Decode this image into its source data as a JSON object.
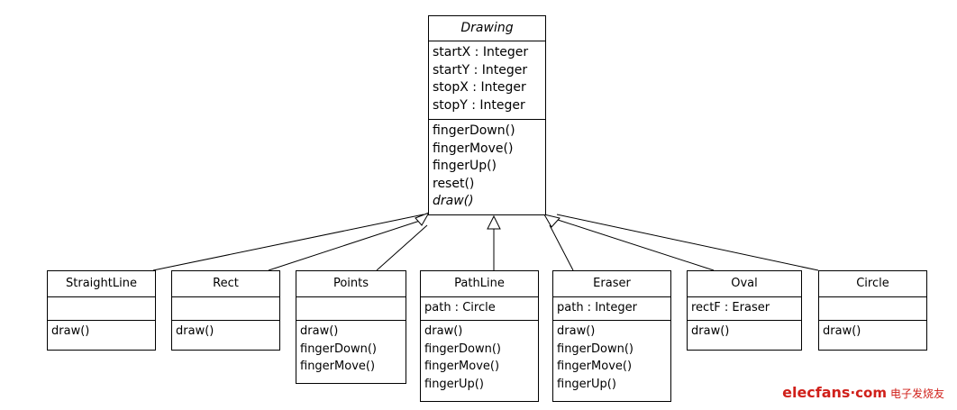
{
  "base_class": {
    "name": "Drawing",
    "attributes": [
      "startX : Integer",
      "startY : Integer",
      "stopX : Integer",
      "stopY : Integer"
    ],
    "operations": [
      "fingerDown()",
      "fingerMove()",
      "fingerUp()",
      "reset()"
    ],
    "abstract_operation": "draw()"
  },
  "subclasses": {
    "straightline": {
      "name": "StraightLine",
      "attribute": "",
      "operations": [
        "draw()"
      ]
    },
    "rect": {
      "name": "Rect",
      "attribute": "",
      "operations": [
        "draw()"
      ]
    },
    "points": {
      "name": "Points",
      "attribute": "",
      "operations": [
        "draw()",
        "fingerDown()",
        "fingerMove()"
      ]
    },
    "pathline": {
      "name": "PathLine",
      "attribute": "path : Circle",
      "operations": [
        "draw()",
        "fingerDown()",
        "fingerMove()",
        "fingerUp()"
      ]
    },
    "eraser": {
      "name": "Eraser",
      "attribute": "path : Integer",
      "operations": [
        "draw()",
        "fingerDown()",
        "fingerMove()",
        "fingerUp()"
      ]
    },
    "oval": {
      "name": "Oval",
      "attribute": "rectF : Eraser",
      "operations": [
        "draw()"
      ]
    },
    "circle": {
      "name": "Circle",
      "attribute": "",
      "operations": [
        "draw()"
      ]
    }
  },
  "watermark": {
    "brand": "elecfans",
    "suffix": "·com",
    "cn_text": "电子发烧友"
  },
  "colors": {
    "line": "#000000",
    "watermark": "#d0201a"
  }
}
